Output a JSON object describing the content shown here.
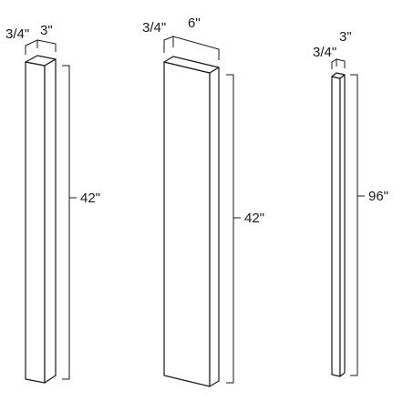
{
  "panels": [
    {
      "depth_label": "3/4\"",
      "width_label": "3\"",
      "height_label": "42\""
    },
    {
      "depth_label": "3/4\"",
      "width_label": "6\"",
      "height_label": "42\""
    },
    {
      "depth_label": "3/4\"",
      "width_label": "3\"",
      "height_label": "96\""
    }
  ],
  "colors": {
    "line": "#1a1a1a",
    "background": "#ffffff"
  }
}
